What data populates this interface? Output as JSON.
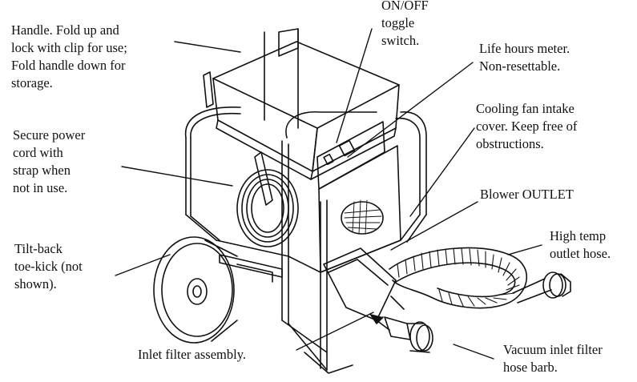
{
  "labels": {
    "handle": [
      "Handle. Fold up and",
      "lock with clip for use;",
      "Fold handle down for",
      "storage."
    ],
    "switch": [
      "ON/OFF",
      "toggle",
      "switch."
    ],
    "meter": [
      "Life hours meter.",
      "Non-resettable."
    ],
    "fan": [
      "Cooling fan intake",
      "cover. Keep free of",
      "obstructions."
    ],
    "cord": [
      "Secure power",
      "cord with",
      "strap when",
      "not in use."
    ],
    "blower": [
      "Blower OUTLET"
    ],
    "hose": [
      "High temp",
      "outlet hose."
    ],
    "toekick": [
      "Tilt-back",
      "toe-kick (not",
      "shown)."
    ],
    "filter": [
      "Inlet filter assembly."
    ],
    "barb": [
      "Vacuum inlet filter",
      "hose barb."
    ]
  }
}
